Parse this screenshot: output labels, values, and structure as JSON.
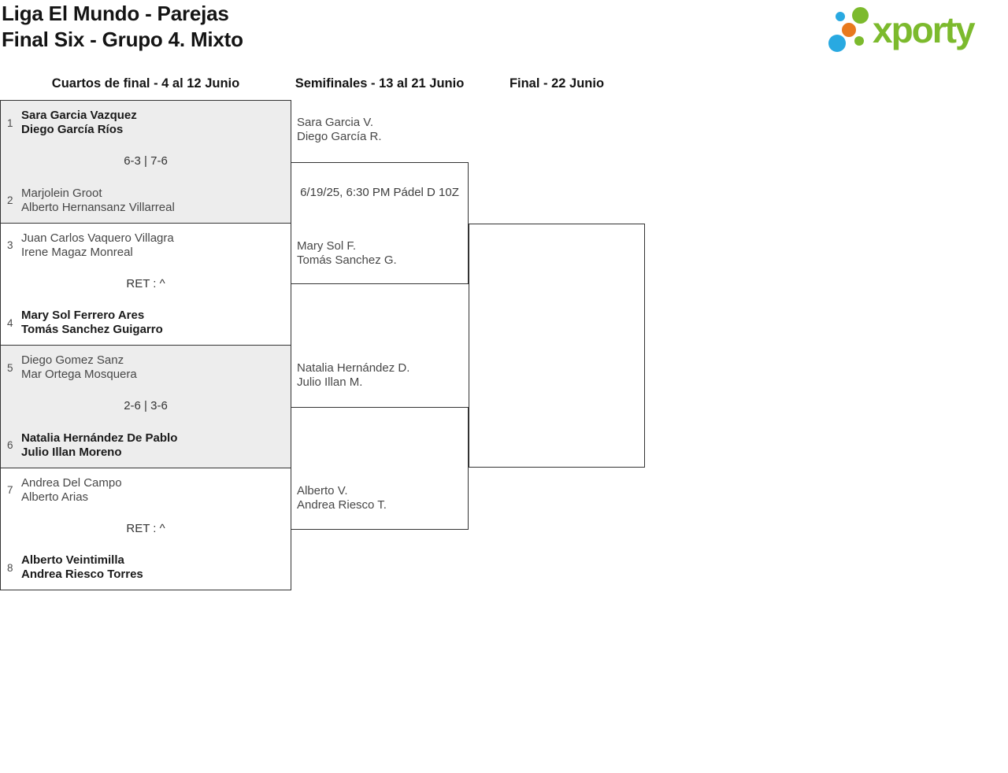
{
  "header": {
    "title_line1": "Liga El Mundo - Parejas",
    "title_line2": "Final Six - Grupo 4. Mixto"
  },
  "logo": {
    "wordmark": "xporty",
    "colors": {
      "green": "#7cba2d",
      "blue": "#29a9e1",
      "orange": "#e8791d"
    }
  },
  "columns": [
    {
      "label": "Cuartos de final - 4 al 12 Junio"
    },
    {
      "label": "Semifinales - 13 al 21 Junio"
    },
    {
      "label": "Final - 22 Junio"
    }
  ],
  "quarterfinals": [
    {
      "team1": {
        "seed": "1",
        "players": [
          "Sara Garcia Vazquez",
          "Diego García Ríos"
        ],
        "winner": true
      },
      "score": "6-3 | 7-6",
      "team2": {
        "seed": "2",
        "players": [
          "Marjolein Groot",
          "Alberto Hernansanz Villarreal"
        ],
        "winner": false
      }
    },
    {
      "team1": {
        "seed": "3",
        "players": [
          "Juan Carlos Vaquero Villagra",
          "Irene Magaz Monreal"
        ],
        "winner": false
      },
      "score": "RET : ^",
      "team2": {
        "seed": "4",
        "players": [
          "Mary Sol Ferrero Ares",
          "Tomás Sanchez Guigarro"
        ],
        "winner": true
      }
    },
    {
      "team1": {
        "seed": "5",
        "players": [
          "Diego Gomez Sanz",
          "Mar Ortega Mosquera"
        ],
        "winner": false
      },
      "score": "2-6 | 3-6",
      "team2": {
        "seed": "6",
        "players": [
          "Natalia Hernández De Pablo",
          "Julio Illan Moreno"
        ],
        "winner": true
      }
    },
    {
      "team1": {
        "seed": "7",
        "players": [
          "Andrea Del Campo",
          "Alberto Arias"
        ],
        "winner": false
      },
      "score": "RET : ^",
      "team2": {
        "seed": "8",
        "players": [
          "Alberto Veintimilla",
          "Andrea Riesco Torres"
        ],
        "winner": true
      }
    }
  ],
  "semifinals": [
    {
      "team1": [
        "Sara Garcia V.",
        "Diego García R."
      ],
      "info": "6/19/25, 6:30 PM Pádel D 10Z",
      "team2": [
        "Mary Sol F.",
        "Tomás Sanchez G."
      ]
    },
    {
      "team1": [
        "Natalia Hernández D.",
        "Julio Illan M."
      ],
      "info": "",
      "team2": [
        "Alberto V.",
        "Andrea Riesco T."
      ]
    }
  ]
}
